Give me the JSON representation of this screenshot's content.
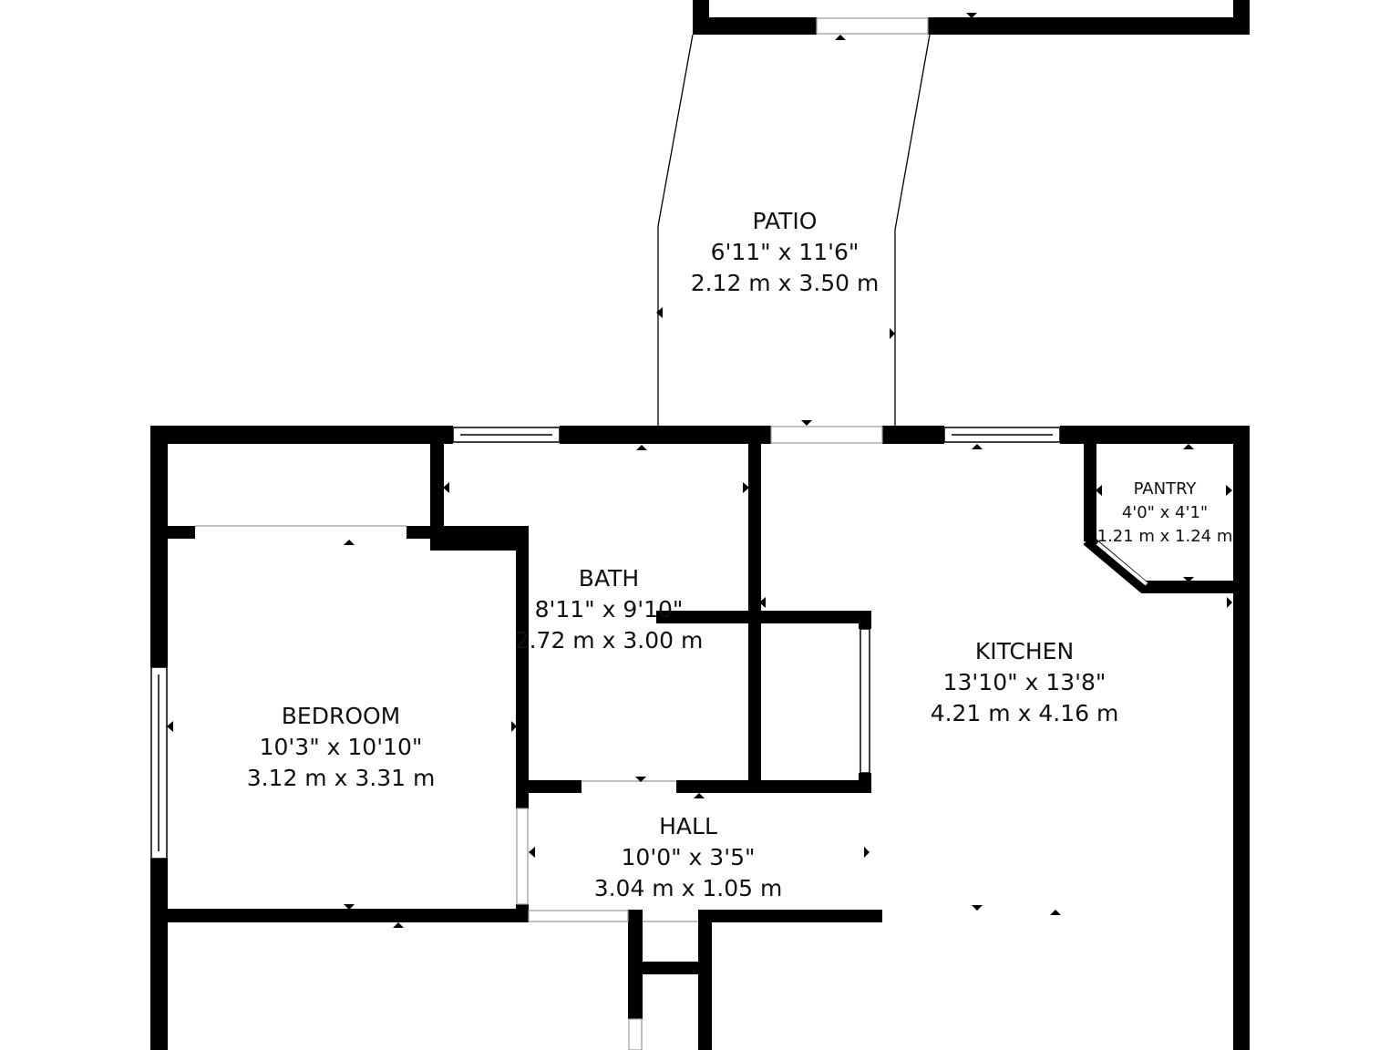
{
  "colors": {
    "wall": "#000000",
    "background": "#ffffff",
    "text": "#111111"
  },
  "rooms": {
    "patio": {
      "name": "PATIO",
      "imperial": "6'11\" x 11'6\"",
      "metric": "2.12 m x 3.50 m"
    },
    "bath": {
      "name": "BATH",
      "imperial": "8'11\" x 9'10\"",
      "metric": "2.72 m x 3.00 m"
    },
    "pantry": {
      "name": "PANTRY",
      "imperial": "4'0\" x 4'1\"",
      "metric": "1.21 m x 1.24 m"
    },
    "kitchen": {
      "name": "KITCHEN",
      "imperial": "13'10\" x 13'8\"",
      "metric": "4.21 m x 4.16 m"
    },
    "bedroom": {
      "name": "BEDROOM",
      "imperial": "10'3\" x 10'10\"",
      "metric": "3.12 m x 3.31 m"
    },
    "hall": {
      "name": "HALL",
      "imperial": "10'0\" x 3'5\"",
      "metric": "3.04 m x 1.05 m"
    }
  }
}
